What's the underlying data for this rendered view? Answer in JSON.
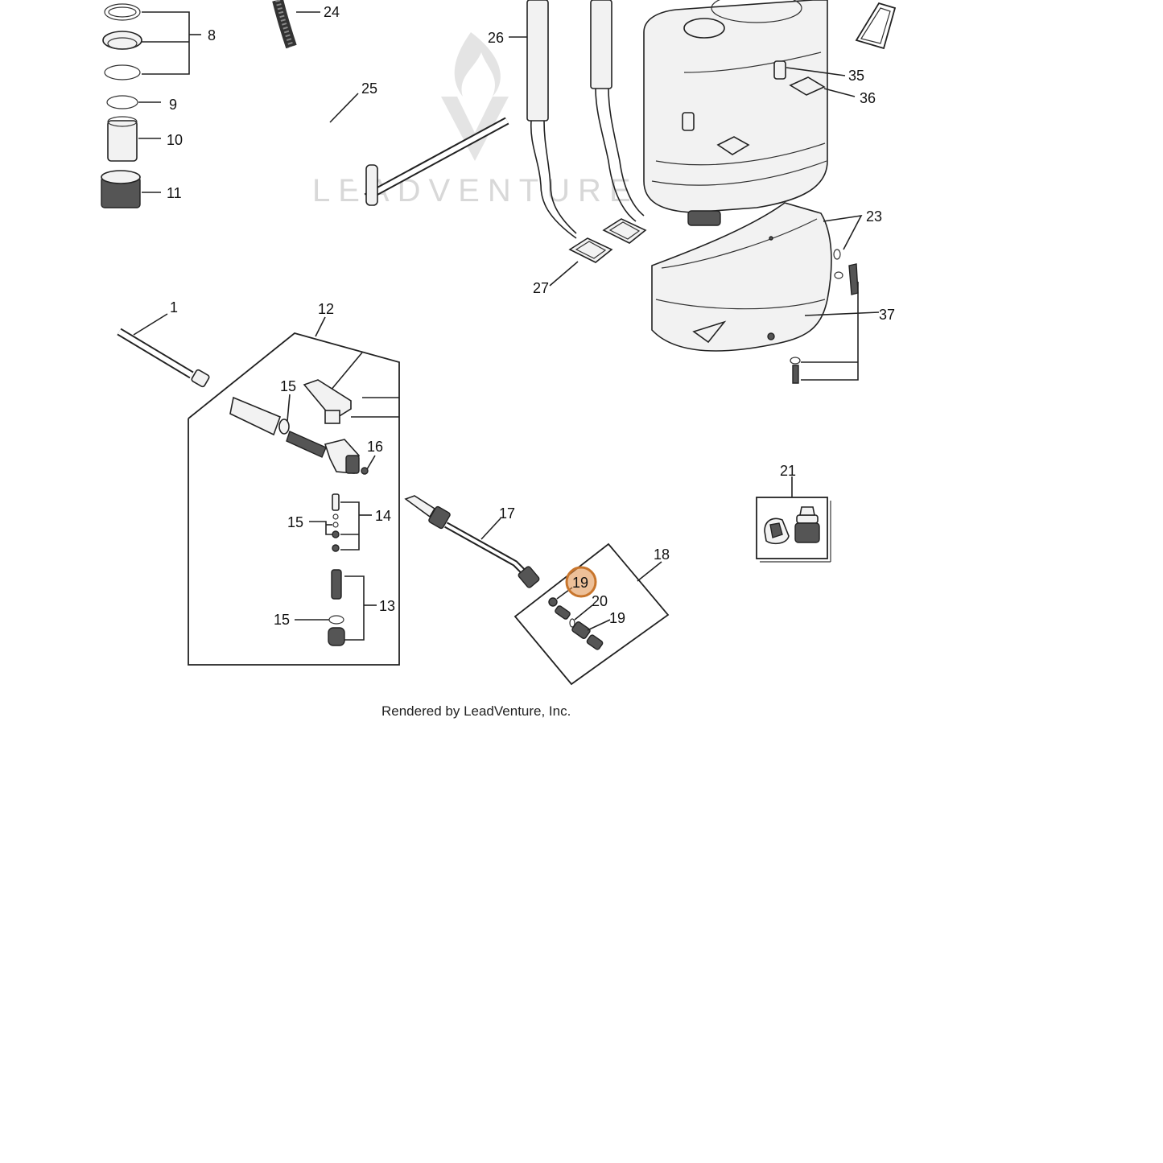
{
  "watermark": "LEADVENTURE",
  "credit": "Rendered by LeadVenture, Inc.",
  "highlighted_callout": "19",
  "colors": {
    "highlight": "#de8c46",
    "line": "#222222",
    "watermark": "#d8d8d8"
  },
  "callouts": {
    "c1": "1",
    "c8": "8",
    "c9": "9",
    "c10": "10",
    "c11": "11",
    "c12": "12",
    "c13": "13",
    "c14": "14",
    "c15a": "15",
    "c15b": "15",
    "c15c": "15",
    "c16": "16",
    "c17": "17",
    "c18": "18",
    "c19a": "19",
    "c19b": "19",
    "c20": "20",
    "c21": "21",
    "c23": "23",
    "c24": "24",
    "c25": "25",
    "c26": "26",
    "c27": "27",
    "c35": "35",
    "c36": "36",
    "c37": "37"
  }
}
